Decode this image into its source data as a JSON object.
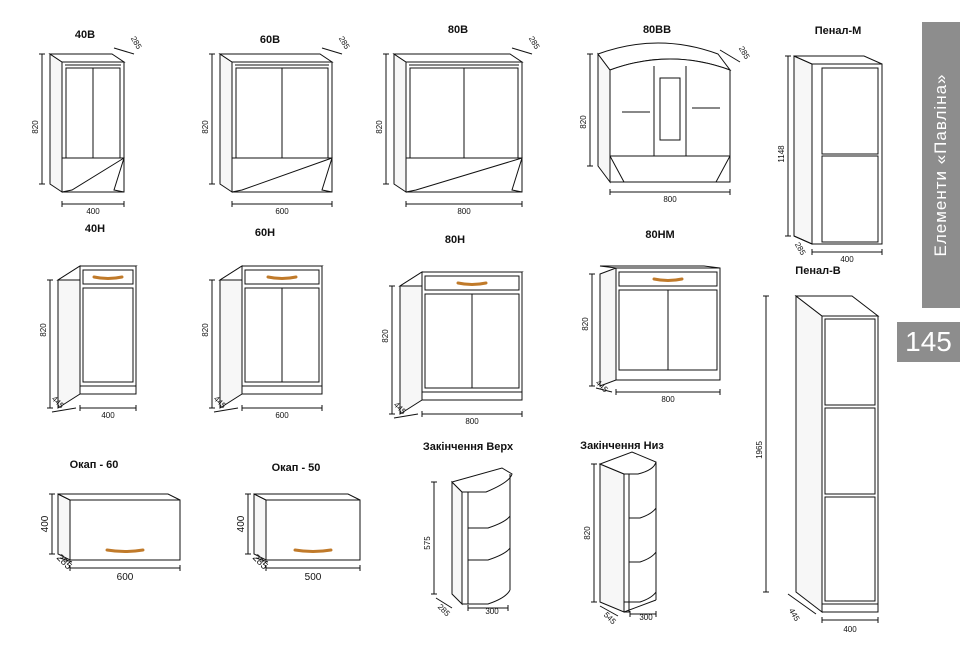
{
  "sidebar": {
    "title": "Елементи «Павліна»",
    "page_number": "145"
  },
  "items": [
    {
      "key": "b40",
      "label": "40В",
      "dims": {
        "height": "820",
        "depth": "285",
        "width": "400"
      }
    },
    {
      "key": "b60",
      "label": "60В",
      "dims": {
        "height": "820",
        "depth": "285",
        "width": "600"
      }
    },
    {
      "key": "b80",
      "label": "80В",
      "dims": {
        "height": "820",
        "depth": "285",
        "width": "800"
      }
    },
    {
      "key": "b80bb",
      "label": "80ВВ",
      "dims": {
        "height": "820",
        "depth": "285",
        "width": "800"
      }
    },
    {
      "key": "penal_m",
      "label": "Пенал-М",
      "dims": {
        "height": "1148",
        "depth": "285",
        "width": "400"
      }
    },
    {
      "key": "n40",
      "label": "40Н",
      "dims": {
        "height": "820",
        "depth": "445",
        "width": "400"
      }
    },
    {
      "key": "n60",
      "label": "60Н",
      "dims": {
        "height": "820",
        "depth": "445",
        "width": "600"
      }
    },
    {
      "key": "n80",
      "label": "80Н",
      "dims": {
        "height": "820",
        "depth": "445",
        "width": "800"
      }
    },
    {
      "key": "n80m",
      "label": "80НМ",
      "dims": {
        "height": "820",
        "depth": "445",
        "width": "800"
      }
    },
    {
      "key": "penal_b",
      "label": "Пенал-В",
      "dims": {
        "height": "1965",
        "depth": "445",
        "width": "400"
      }
    },
    {
      "key": "okap60",
      "label": "Окап - 60",
      "dims": {
        "height": "400",
        "depth": "285",
        "width": "600"
      }
    },
    {
      "key": "okap50",
      "label": "Окап - 50",
      "dims": {
        "height": "400",
        "depth": "285",
        "width": "500"
      }
    },
    {
      "key": "end_top",
      "label": "Закінчення Верх",
      "dims": {
        "height": "575",
        "depth": "285",
        "width": "300"
      }
    },
    {
      "key": "end_bottom",
      "label": "Закінчення Низ",
      "dims": {
        "height": "820",
        "depth": "545",
        "width": "300"
      }
    }
  ]
}
